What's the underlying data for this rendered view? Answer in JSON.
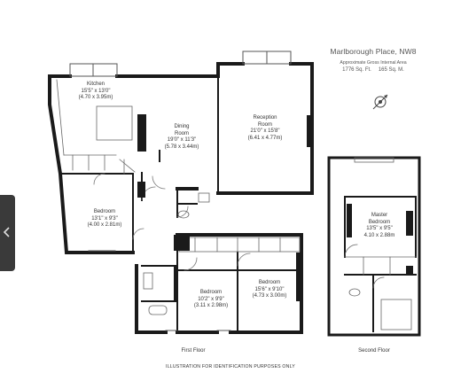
{
  "property": {
    "address": "Marlborough Place, NW8",
    "area_label": "Approximate Gross Internal Area",
    "area_sqft": "1776 Sq. Ft.",
    "area_sqm": "165 Sq. M."
  },
  "rooms": [
    {
      "id": "kitchen",
      "name": "Kitchen",
      "imperial": "15'5\" x 13'0\"",
      "metric": "(4.70 x 3.95m)"
    },
    {
      "id": "dining",
      "name": "Dining",
      "name2": "Room",
      "imperial": "19'0\" x 11'3\"",
      "metric": "(5.78 x 3.44m)"
    },
    {
      "id": "reception",
      "name": "Reception",
      "name2": "Room",
      "imperial": "21'0\" x 15'8\"",
      "metric": "(6.41 x 4.77m)"
    },
    {
      "id": "bedroom1",
      "name": "Bedroom",
      "imperial": "13'1\" x 9'3\"",
      "metric": "(4.00 x 2.81m)"
    },
    {
      "id": "bedroom2",
      "name": "Bedroom",
      "imperial": "10'2\" x 9'9\"",
      "metric": "(3.11 x 2.98m)"
    },
    {
      "id": "bedroom3",
      "name": "Bedroom",
      "imperial": "15'6\" x 9'10\"",
      "metric": "(4.73 x 3.00m)"
    },
    {
      "id": "master",
      "name": "Master",
      "name2": "Bedroom",
      "imperial": "13'5\" x 9'5\"",
      "metric": "4.10 x 2.88m"
    }
  ],
  "floors": {
    "first": "First Floor",
    "second": "Second Floor"
  },
  "disclaimer": "ILLUSTRATION FOR IDENTIFICATION PURPOSES ONLY",
  "icons": {
    "side_tab": "chevron-left-icon",
    "compass": "compass-icon"
  },
  "colors": {
    "wall": "#1a1a1a",
    "line": "#555555",
    "tab": "#3a3a3a"
  }
}
